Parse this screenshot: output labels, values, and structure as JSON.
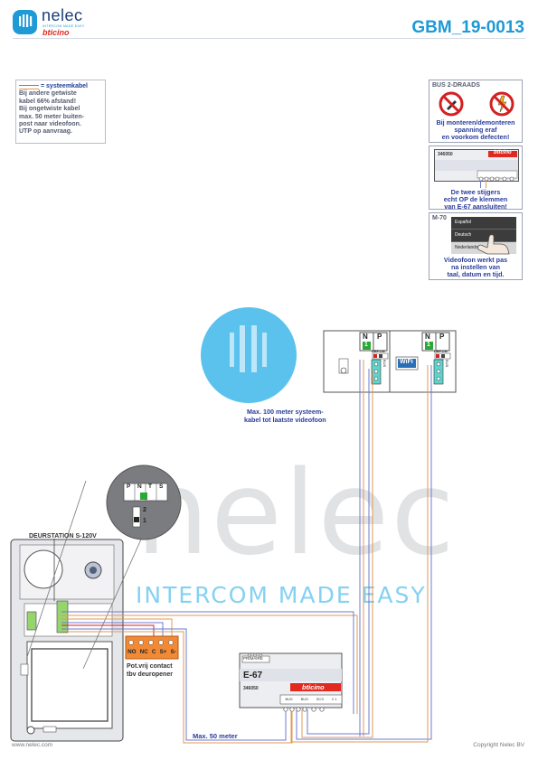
{
  "header": {
    "logo_name": "nelec",
    "logo_tag": "INTERCOM MADE EASY",
    "logo_brand": "bticino",
    "doc_id": "GBM_19-0013"
  },
  "cable_note": {
    "legend": "= systeemkabel",
    "lines": [
      "Bij andere getwiste",
      "kabel 66% afstand!",
      "Bij ongetwiste kabel",
      "max. 50 meter buiten-",
      "post naar videofoon.",
      "UTP op aanvraag."
    ]
  },
  "side_panels": {
    "bus_title": "BUS 2-DRAADS",
    "bus_text": [
      "Bij monteren/demonteren",
      "spanning eraf",
      "en voorkom defecten!"
    ],
    "e67_code": "346050",
    "e67_brand": "bticino",
    "e67_text": [
      "De twee stijgers",
      "echt OP de klemmen",
      "van E-67 aansluiten!"
    ],
    "m70_title": "M-70",
    "m70_langs": [
      "Español",
      "Deutsch",
      "Nederlands"
    ],
    "m70_text": [
      "Videofoon werkt pas",
      "na instellen van",
      "taal, datum en tijd."
    ]
  },
  "monitors": {
    "terminal_labels": [
      "N",
      "P"
    ],
    "dip_value": "1",
    "def_on": "DEF.ON",
    "bus_label": "BUS",
    "wifi_label": "WiFi"
  },
  "diagram": {
    "distance_note": [
      "Max. 100 meter systeem-",
      "kabel tot laatste videofoon"
    ],
    "door_station_title": "DEURSTATION S-120V",
    "door_terminal_labels": [
      "P",
      "N",
      "T",
      "S"
    ],
    "door_dip_top": "2",
    "door_dip_bottom": "1",
    "relay_labels": [
      "NO",
      "NC",
      "C",
      "S+",
      "S-"
    ],
    "relay_note": [
      "Pot.vrij contact",
      "tbv deuropener"
    ],
    "psu_primary": "PRIMAIRE",
    "psu_name": "E-67",
    "psu_code": "346050",
    "psu_brand": "bticino",
    "psu_terminals": [
      "BUS",
      "BUS",
      "SCS",
      "2 1"
    ],
    "max_50": "Max. 50 meter"
  },
  "watermark": {
    "word": "nelec",
    "tagline": "INTERCOM MADE EASY"
  },
  "footer": {
    "website": "www.nelec.com",
    "copyright": "Copyright Nelec BV"
  }
}
